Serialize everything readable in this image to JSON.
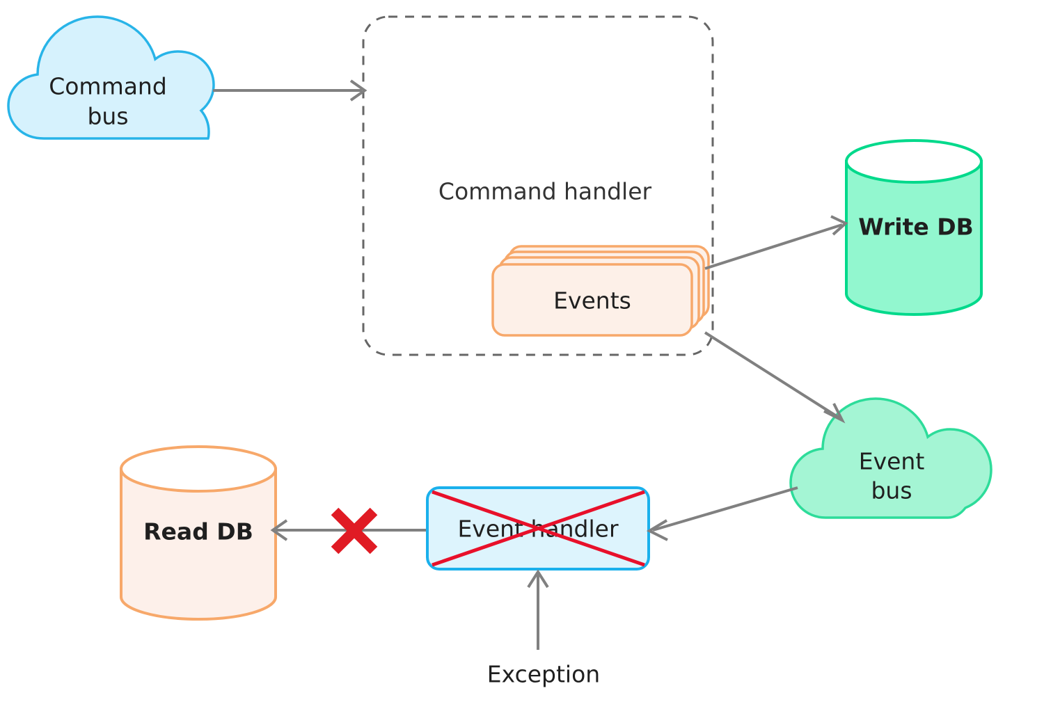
{
  "diagram": {
    "title": "CQRS event flow with failing event handler",
    "background_color": "#ffffff",
    "nodes": {
      "command_bus": {
        "label_line1": "Command",
        "label_line2": "bus",
        "shape": "cloud",
        "fill": "#d6f2fd",
        "stroke": "#28b4e8"
      },
      "command_handler_group": {
        "label": "Command handler",
        "shape": "dashed-rounded-rect",
        "stroke": "#666666",
        "fill": "none"
      },
      "events": {
        "label": "Events",
        "shape": "stacked-rounded-rect",
        "fill": "#fdf0e8",
        "stroke": "#f7a86a",
        "stack_count": 4
      },
      "write_db": {
        "label": "Write DB",
        "shape": "cylinder",
        "fill": "#92f7cf",
        "stroke": "#00d98b",
        "top_fill": "#ffffff"
      },
      "event_bus": {
        "label_line1": "Event",
        "label_line2": "bus",
        "shape": "cloud",
        "fill": "#a4f5d4",
        "stroke": "#2ddc9a"
      },
      "event_handler": {
        "label": "Event handler",
        "shape": "rounded-rect",
        "fill": "#ddf4fd",
        "stroke": "#1ab0ec",
        "crossed_out": true,
        "cross_color": "#e8102a"
      },
      "read_db": {
        "label": "Read DB",
        "shape": "cylinder",
        "fill": "#fdf0ea",
        "stroke": "#f7a86a",
        "top_fill": "#ffffff"
      },
      "exception": {
        "label": "Exception",
        "shape": "text"
      },
      "blocked_marker": {
        "label": "X",
        "shape": "x-mark",
        "color": "#e01b24"
      }
    },
    "edges": [
      {
        "name": "command-bus-to-command-handler",
        "from": "command_bus",
        "to": "command_handler_group",
        "style": "solid-arrow"
      },
      {
        "name": "events-to-write-db",
        "from": "events",
        "to": "write_db",
        "style": "solid-arrow"
      },
      {
        "name": "events-to-event-bus",
        "from": "events",
        "to": "event_bus",
        "style": "solid-arrow"
      },
      {
        "name": "event-bus-to-event-handler",
        "from": "event_bus",
        "to": "event_handler",
        "style": "solid-arrow"
      },
      {
        "name": "event-handler-to-read-db",
        "from": "event_handler",
        "to": "read_db",
        "style": "solid-arrow-blocked"
      },
      {
        "name": "exception-to-event-handler",
        "from": "exception",
        "to": "event_handler",
        "style": "solid-arrow"
      }
    ],
    "colors": {
      "edge": "#808080",
      "error": "#e01b24",
      "text": "#1f1f1f"
    }
  }
}
